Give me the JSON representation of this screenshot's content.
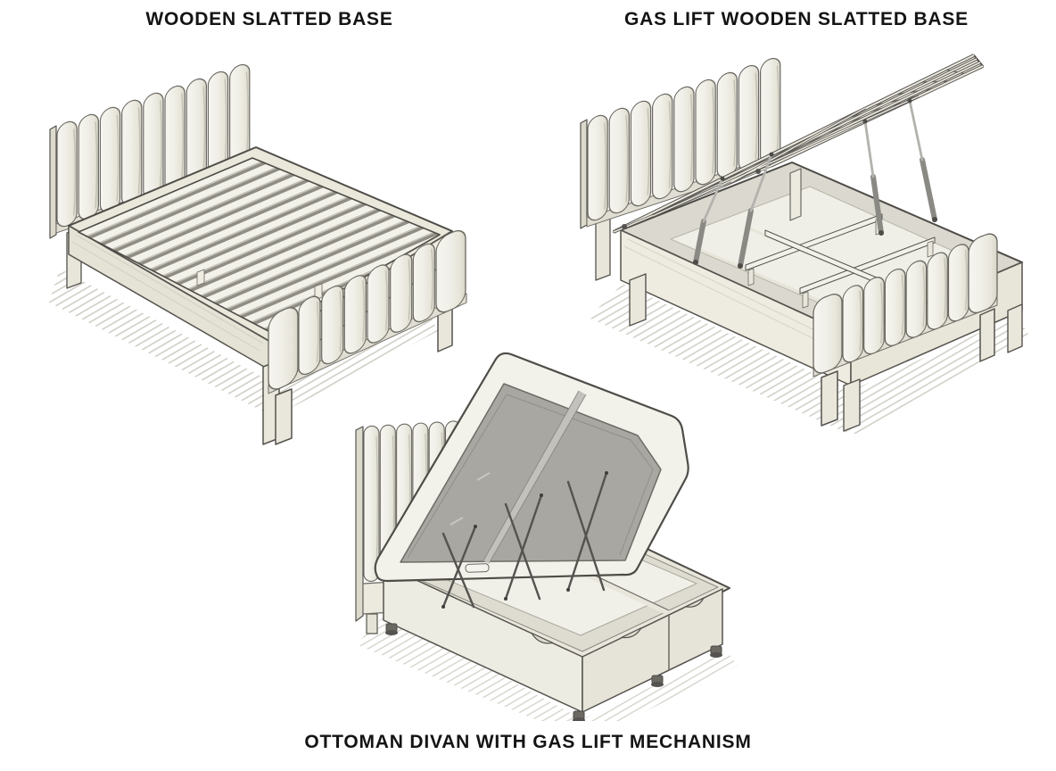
{
  "page": {
    "background": "#ffffff"
  },
  "figures": [
    {
      "id": "wooden-slatted-base",
      "caption": "WOODEN SLATTED BASE"
    },
    {
      "id": "gas-lift-wooden-slatted-base",
      "caption": "GAS LIFT WOODEN SLATTED BASE"
    },
    {
      "id": "ottoman-divan-gas-lift",
      "caption": "OTTOMAN DIVAN WITH GAS LIFT MECHANISM"
    }
  ],
  "palette": {
    "ink": "#4e4c47",
    "upholstery_cream": "#f1f0e9",
    "wood_light": "#f3f2ea",
    "slat_gap": "#8f8d84",
    "rim_band": "#dbd9cf",
    "lid_underside_gray": "#a8a7a2",
    "shadow_hatch": "#c9c7be",
    "caption_color": "#141414"
  }
}
